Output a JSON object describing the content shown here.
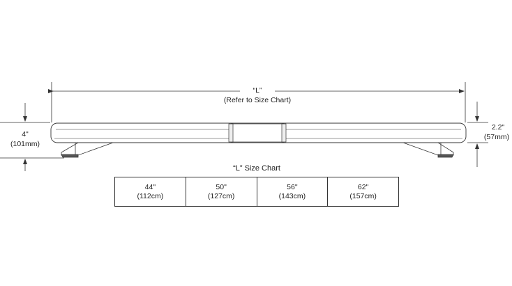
{
  "dimensions": {
    "length_label": "“L”",
    "length_note": "(Refer to Size Chart)",
    "height_in": "4\"",
    "height_mm": "(101mm)",
    "body_height_in": "2.2\"",
    "body_height_mm": "(57mm)"
  },
  "size_chart": {
    "title": "“L” Size Chart",
    "sizes": [
      {
        "inches": "44\"",
        "cm": "(112cm)"
      },
      {
        "inches": "50\"",
        "cm": "(127cm)"
      },
      {
        "inches": "56\"",
        "cm": "(143cm)"
      },
      {
        "inches": "62\"",
        "cm": "(157cm)"
      }
    ]
  },
  "colors": {
    "line": "#333333",
    "text": "#222222"
  }
}
